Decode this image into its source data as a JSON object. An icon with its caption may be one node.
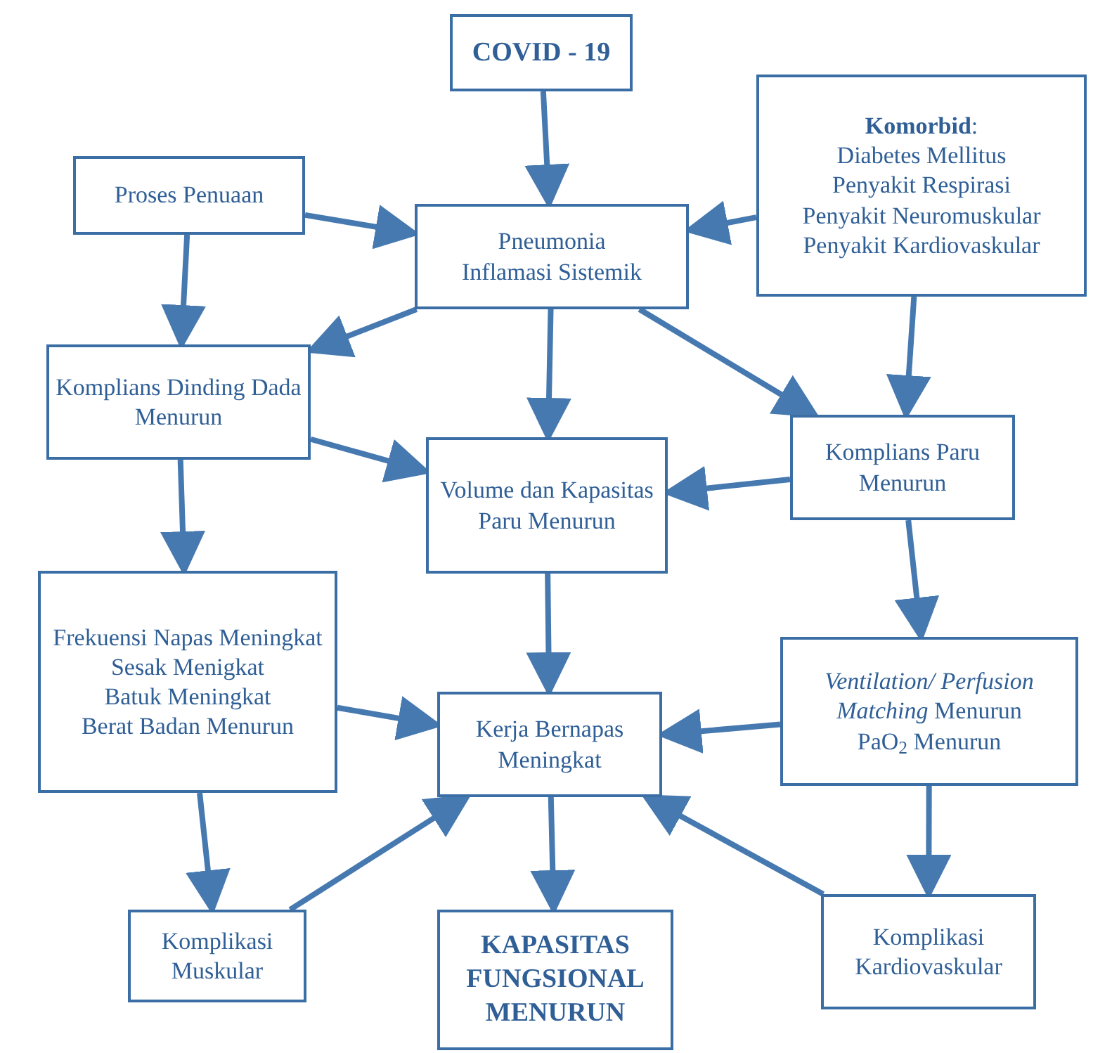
{
  "diagram": {
    "nodes": [
      {
        "text": [
          "COVID - 19"
        ]
      },
      {
        "text": [
          "Proses Penuaan"
        ]
      },
      {
        "text": [
          "Pneumonia",
          "Inflamasi Sistemik"
        ]
      },
      {
        "text": [
          "**Komorbid**:",
          "Diabetes Mellitus",
          "Penyakit Respirasi",
          "Penyakit Neuromuskular",
          "Penyakit Kardiovaskular"
        ]
      },
      {
        "text": [
          "Komplians Dinding Dada Menurun"
        ]
      },
      {
        "text": [
          "Volume dan Kapasitas Paru Menurun"
        ]
      },
      {
        "text": [
          "Komplians Paru Menurun"
        ]
      },
      {
        "text": [
          "Frekuensi Napas Meningkat",
          "Sesak Menigkat",
          "Batuk Meningkat",
          "Berat Badan Menurun"
        ]
      },
      {
        "text": [
          "Kerja Bernapas Meningkat"
        ]
      },
      {
        "text": [
          "*Ventilation/ Perfusion Matching* Menurun",
          "PaO$_{2}$ Menurun"
        ]
      },
      {
        "text": [
          "Komplikasi Muskular"
        ]
      },
      {
        "text": [
          "KAPASITAS FUNGSIONAL MENURUN"
        ]
      },
      {
        "text": [
          "Komplikasi Kardiovaskular"
        ]
      }
    ],
    "edges": [
      {
        "from": 0,
        "to": 2,
        "arrow": "to"
      },
      {
        "from": 1,
        "to": 2,
        "arrow": "to"
      },
      {
        "from": 3,
        "to": 2,
        "arrow": "to"
      },
      {
        "from": 1,
        "to": 4,
        "arrow": "to"
      },
      {
        "from": 2,
        "to": 4,
        "arrow": "to"
      },
      {
        "from": 2,
        "to": 5,
        "arrow": "to"
      },
      {
        "from": 2,
        "to": 6,
        "arrow": "to"
      },
      {
        "from": 3,
        "to": 6,
        "arrow": "to"
      },
      {
        "from": 4,
        "to": 5,
        "arrow": "to"
      },
      {
        "from": 6,
        "to": 5,
        "arrow": "to"
      },
      {
        "from": 4,
        "to": 7,
        "arrow": "to"
      },
      {
        "from": 5,
        "to": 8,
        "arrow": "to"
      },
      {
        "from": 7,
        "to": 8,
        "arrow": "to"
      },
      {
        "from": 6,
        "to": 9,
        "arrow": "to"
      },
      {
        "from": 9,
        "to": 8,
        "arrow": "to"
      },
      {
        "from": 7,
        "to": 10,
        "arrow": "to"
      },
      {
        "from": 9,
        "to": 12,
        "arrow": "to"
      },
      {
        "from": 10,
        "to": 8,
        "arrow": "to"
      },
      {
        "from": 12,
        "to": 8,
        "arrow": "to"
      },
      {
        "from": 8,
        "to": 11,
        "arrow": "to"
      }
    ]
  }
}
